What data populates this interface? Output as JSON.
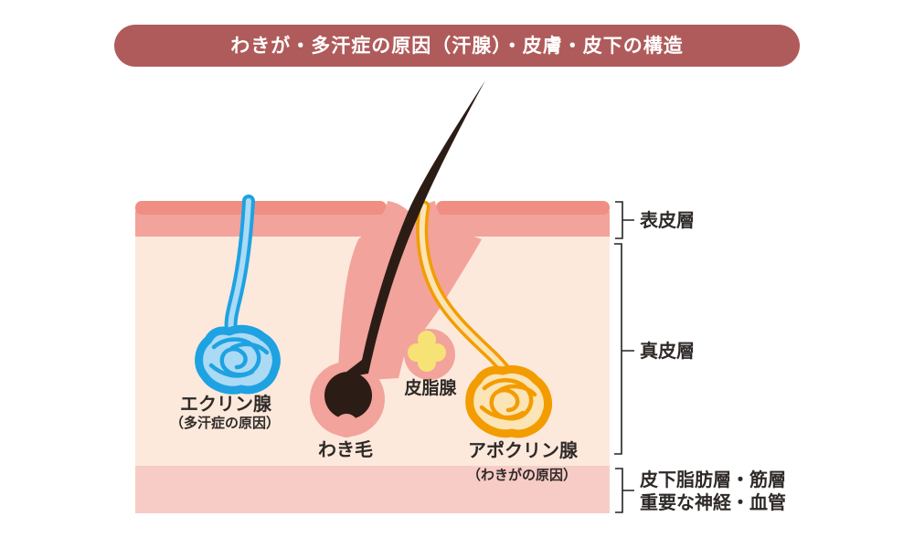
{
  "title": {
    "text": "わきが・多汗症の原因（汗腺）・皮膚・皮下の構造"
  },
  "layers": {
    "epidermis": {
      "label": "表皮層"
    },
    "dermis": {
      "label": "真皮層"
    },
    "subcutaneous": {
      "label_line1": "皮下脂肪層・筋層",
      "label_line2": "重要な神経・血管"
    }
  },
  "parts": {
    "eccrine": {
      "name": "エクリン腺",
      "note": "（多汗症の原因）"
    },
    "hair": {
      "name": "わき毛"
    },
    "sebaceous": {
      "name": "皮脂腺"
    },
    "apocrine": {
      "name": "アポクリン腺",
      "note": "（わきがの原因）"
    }
  },
  "colors": {
    "background": "#ffffff",
    "banner_bg": "#b05b5b",
    "banner_text": "#ffffff",
    "epidermis_dark": "#f08e83",
    "epidermis_light": "#f2a39b",
    "follicle_pink": "#f2a39b",
    "dermis": "#fce9dc",
    "subcutaneous": "#f7ccc6",
    "hair_black": "#2b1d15",
    "eccrine_blue": "#1ea2e2",
    "eccrine_core": "#abdaf5",
    "apocrine_orange": "#f39c00",
    "apocrine_core": "#fbe4b5",
    "sebaceous_yellow": "#f7e375",
    "label_text": "#2f2a28",
    "bracket": "#222222"
  }
}
